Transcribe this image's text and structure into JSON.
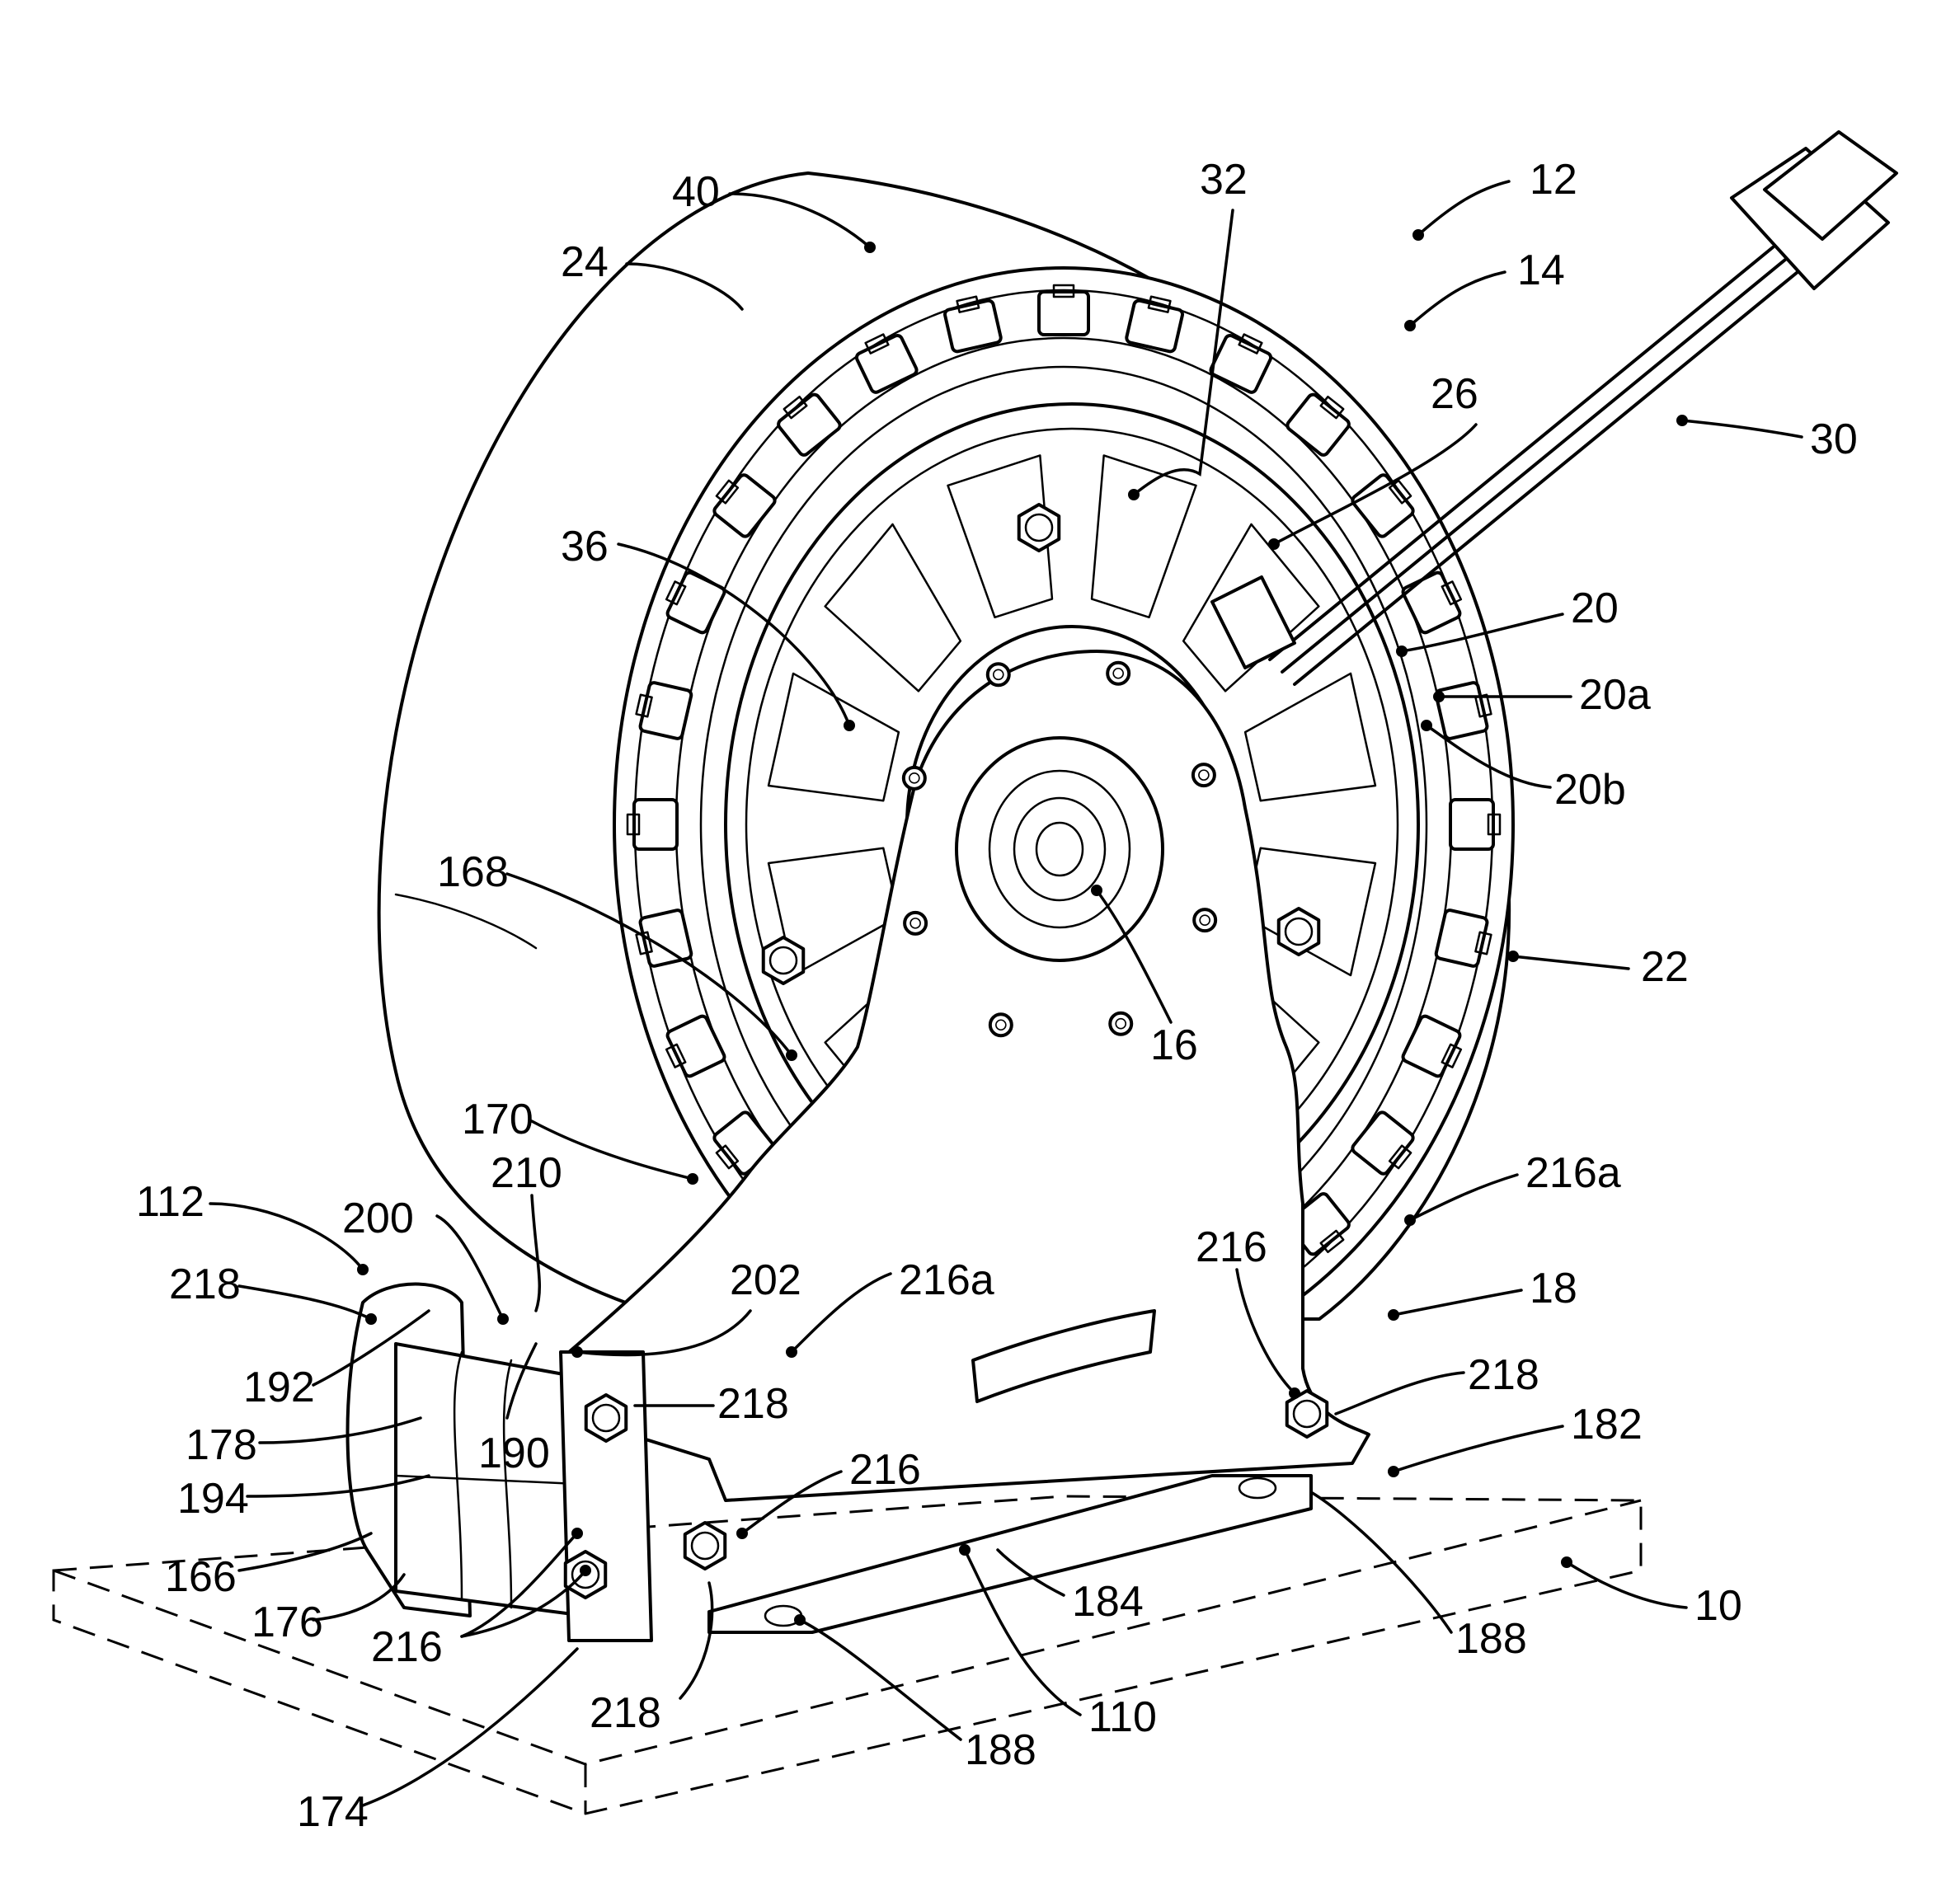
{
  "figure": {
    "labels": {
      "l40": "40",
      "l32": "32",
      "l12": "12",
      "l24": "24",
      "l14": "14",
      "l26": "26",
      "l30": "30",
      "l36": "36",
      "l20": "20",
      "l20a": "20a",
      "l20b": "20b",
      "l168": "168",
      "l22": "22",
      "l16": "16",
      "l170": "170",
      "l216a_right": "216a",
      "l112": "112",
      "l200": "200",
      "l210": "210",
      "l216_right": "216",
      "l218_left": "218",
      "l202": "202",
      "l216a_mid": "216a",
      "l18": "18",
      "l192": "192",
      "l218_bottom_right": "218",
      "l178": "178",
      "l218_mid": "218",
      "l190": "190",
      "l182": "182",
      "l194": "194",
      "l216_mid": "216",
      "l166": "166",
      "l184": "184",
      "l10": "10",
      "l176": "176",
      "l216_left": "216",
      "l188_right": "188",
      "l218_bottom": "218",
      "l110": "110",
      "l188_bottom": "188",
      "l174": "174"
    }
  }
}
